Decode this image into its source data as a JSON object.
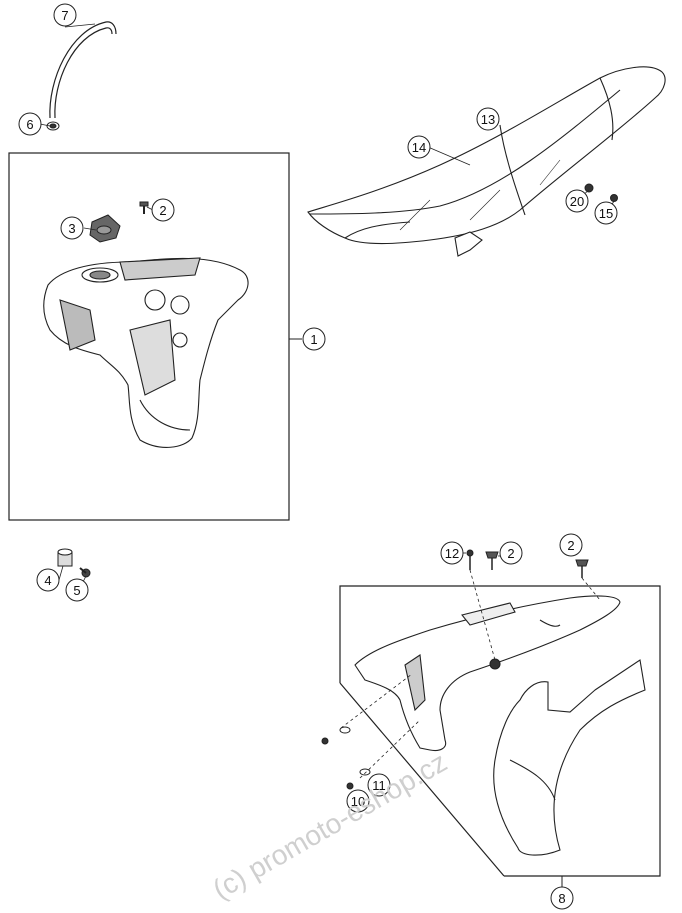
{
  "diagram": {
    "callouts": [
      {
        "id": "c7",
        "label": "7"
      },
      {
        "id": "c6",
        "label": "6"
      },
      {
        "id": "c13",
        "label": "13"
      },
      {
        "id": "c14",
        "label": "14"
      },
      {
        "id": "c20",
        "label": "20"
      },
      {
        "id": "c15",
        "label": "15"
      },
      {
        "id": "c3",
        "label": "3"
      },
      {
        "id": "c2a",
        "label": "2"
      },
      {
        "id": "c1",
        "label": "1"
      },
      {
        "id": "c4",
        "label": "4"
      },
      {
        "id": "c5",
        "label": "5"
      },
      {
        "id": "c12",
        "label": "12"
      },
      {
        "id": "c2b",
        "label": "2"
      },
      {
        "id": "c2c",
        "label": "2"
      },
      {
        "id": "c11",
        "label": "11"
      },
      {
        "id": "c10",
        "label": "10"
      },
      {
        "id": "c8",
        "label": "8"
      }
    ],
    "watermark": "(c) promoto-eshop.cz"
  }
}
